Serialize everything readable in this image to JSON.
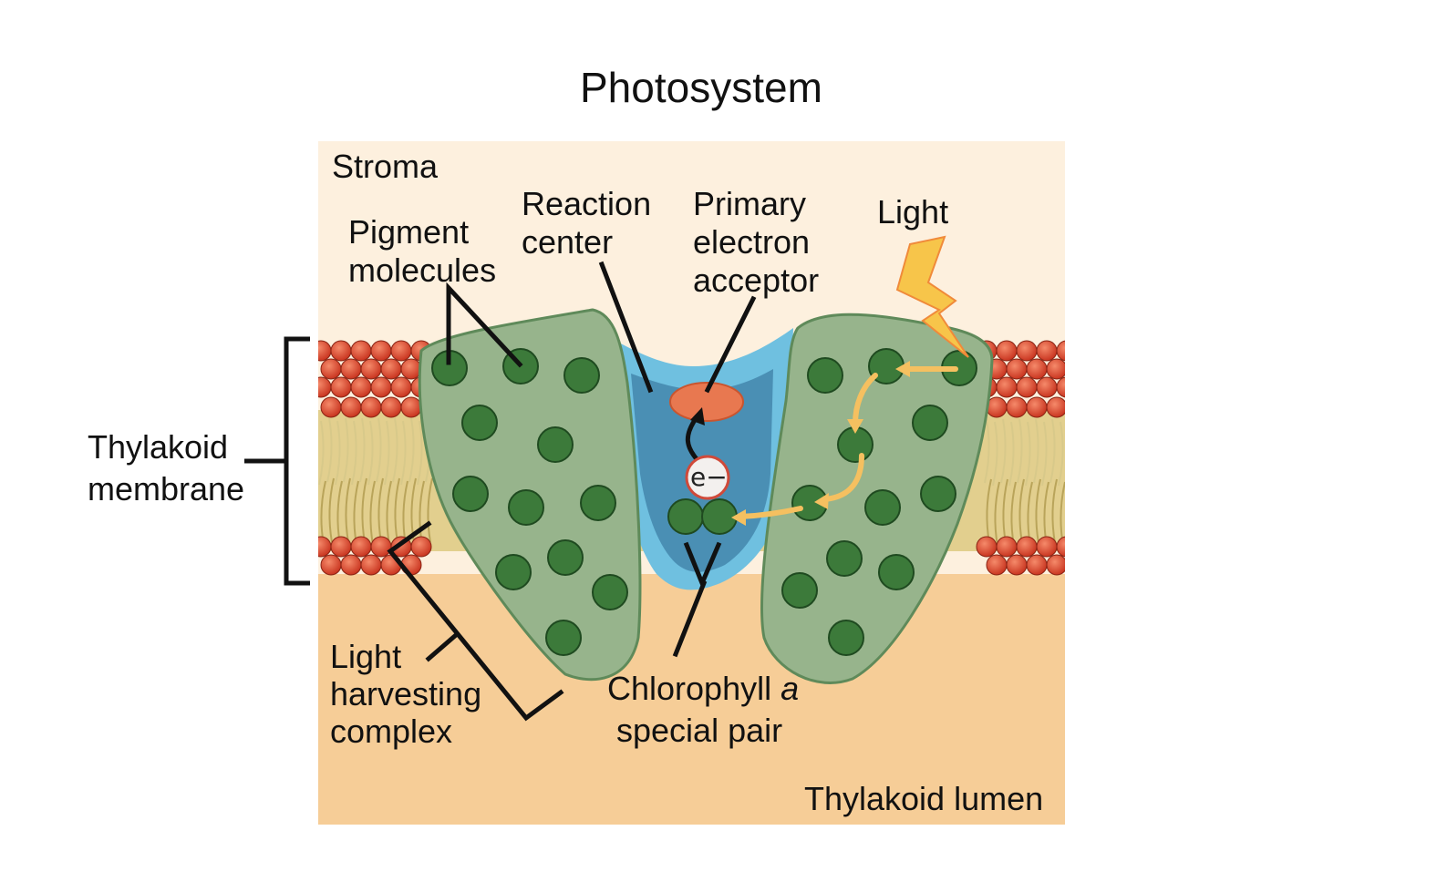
{
  "title": "Photosystem",
  "labels": {
    "stroma": "Stroma",
    "pigment_molecules": [
      "Pigment",
      "molecules"
    ],
    "reaction_center": [
      "Reaction",
      "center"
    ],
    "primary_electron_acceptor": [
      "Primary",
      "electron",
      "acceptor"
    ],
    "light": "Light",
    "thylakoid_membrane": [
      "Thylakoid",
      "membrane"
    ],
    "light_harvesting_complex": [
      "Light",
      "harvesting",
      "complex"
    ],
    "chlorophyll_special_pair": {
      "line1_prefix": "Chlorophyll ",
      "line1_italic": "a",
      "line2": "special pair"
    },
    "thylakoid_lumen": "Thylakoid lumen",
    "electron": "e−"
  },
  "colors": {
    "stroma": "#fdf0de",
    "lumen": "#f6cd97",
    "lipid_head": "#d9452c",
    "lipid_tail": "#d8c98a",
    "complex_fill": "#97b48c",
    "complex_edge": "#5f8a5a",
    "pigment": "#3c7a3a",
    "pigment_edge": "#1f4a20",
    "reaction_outer": "#6fc0e0",
    "reaction_inner": "#4a8fb4",
    "acceptor": "#e87850",
    "electron_path": "#f5c060",
    "lightning_fill": "#f7c54a",
    "lightning_edge": "#f08a3a"
  },
  "icons": {
    "lightning": "lightning-bolt-icon",
    "electron": "electron-icon"
  }
}
